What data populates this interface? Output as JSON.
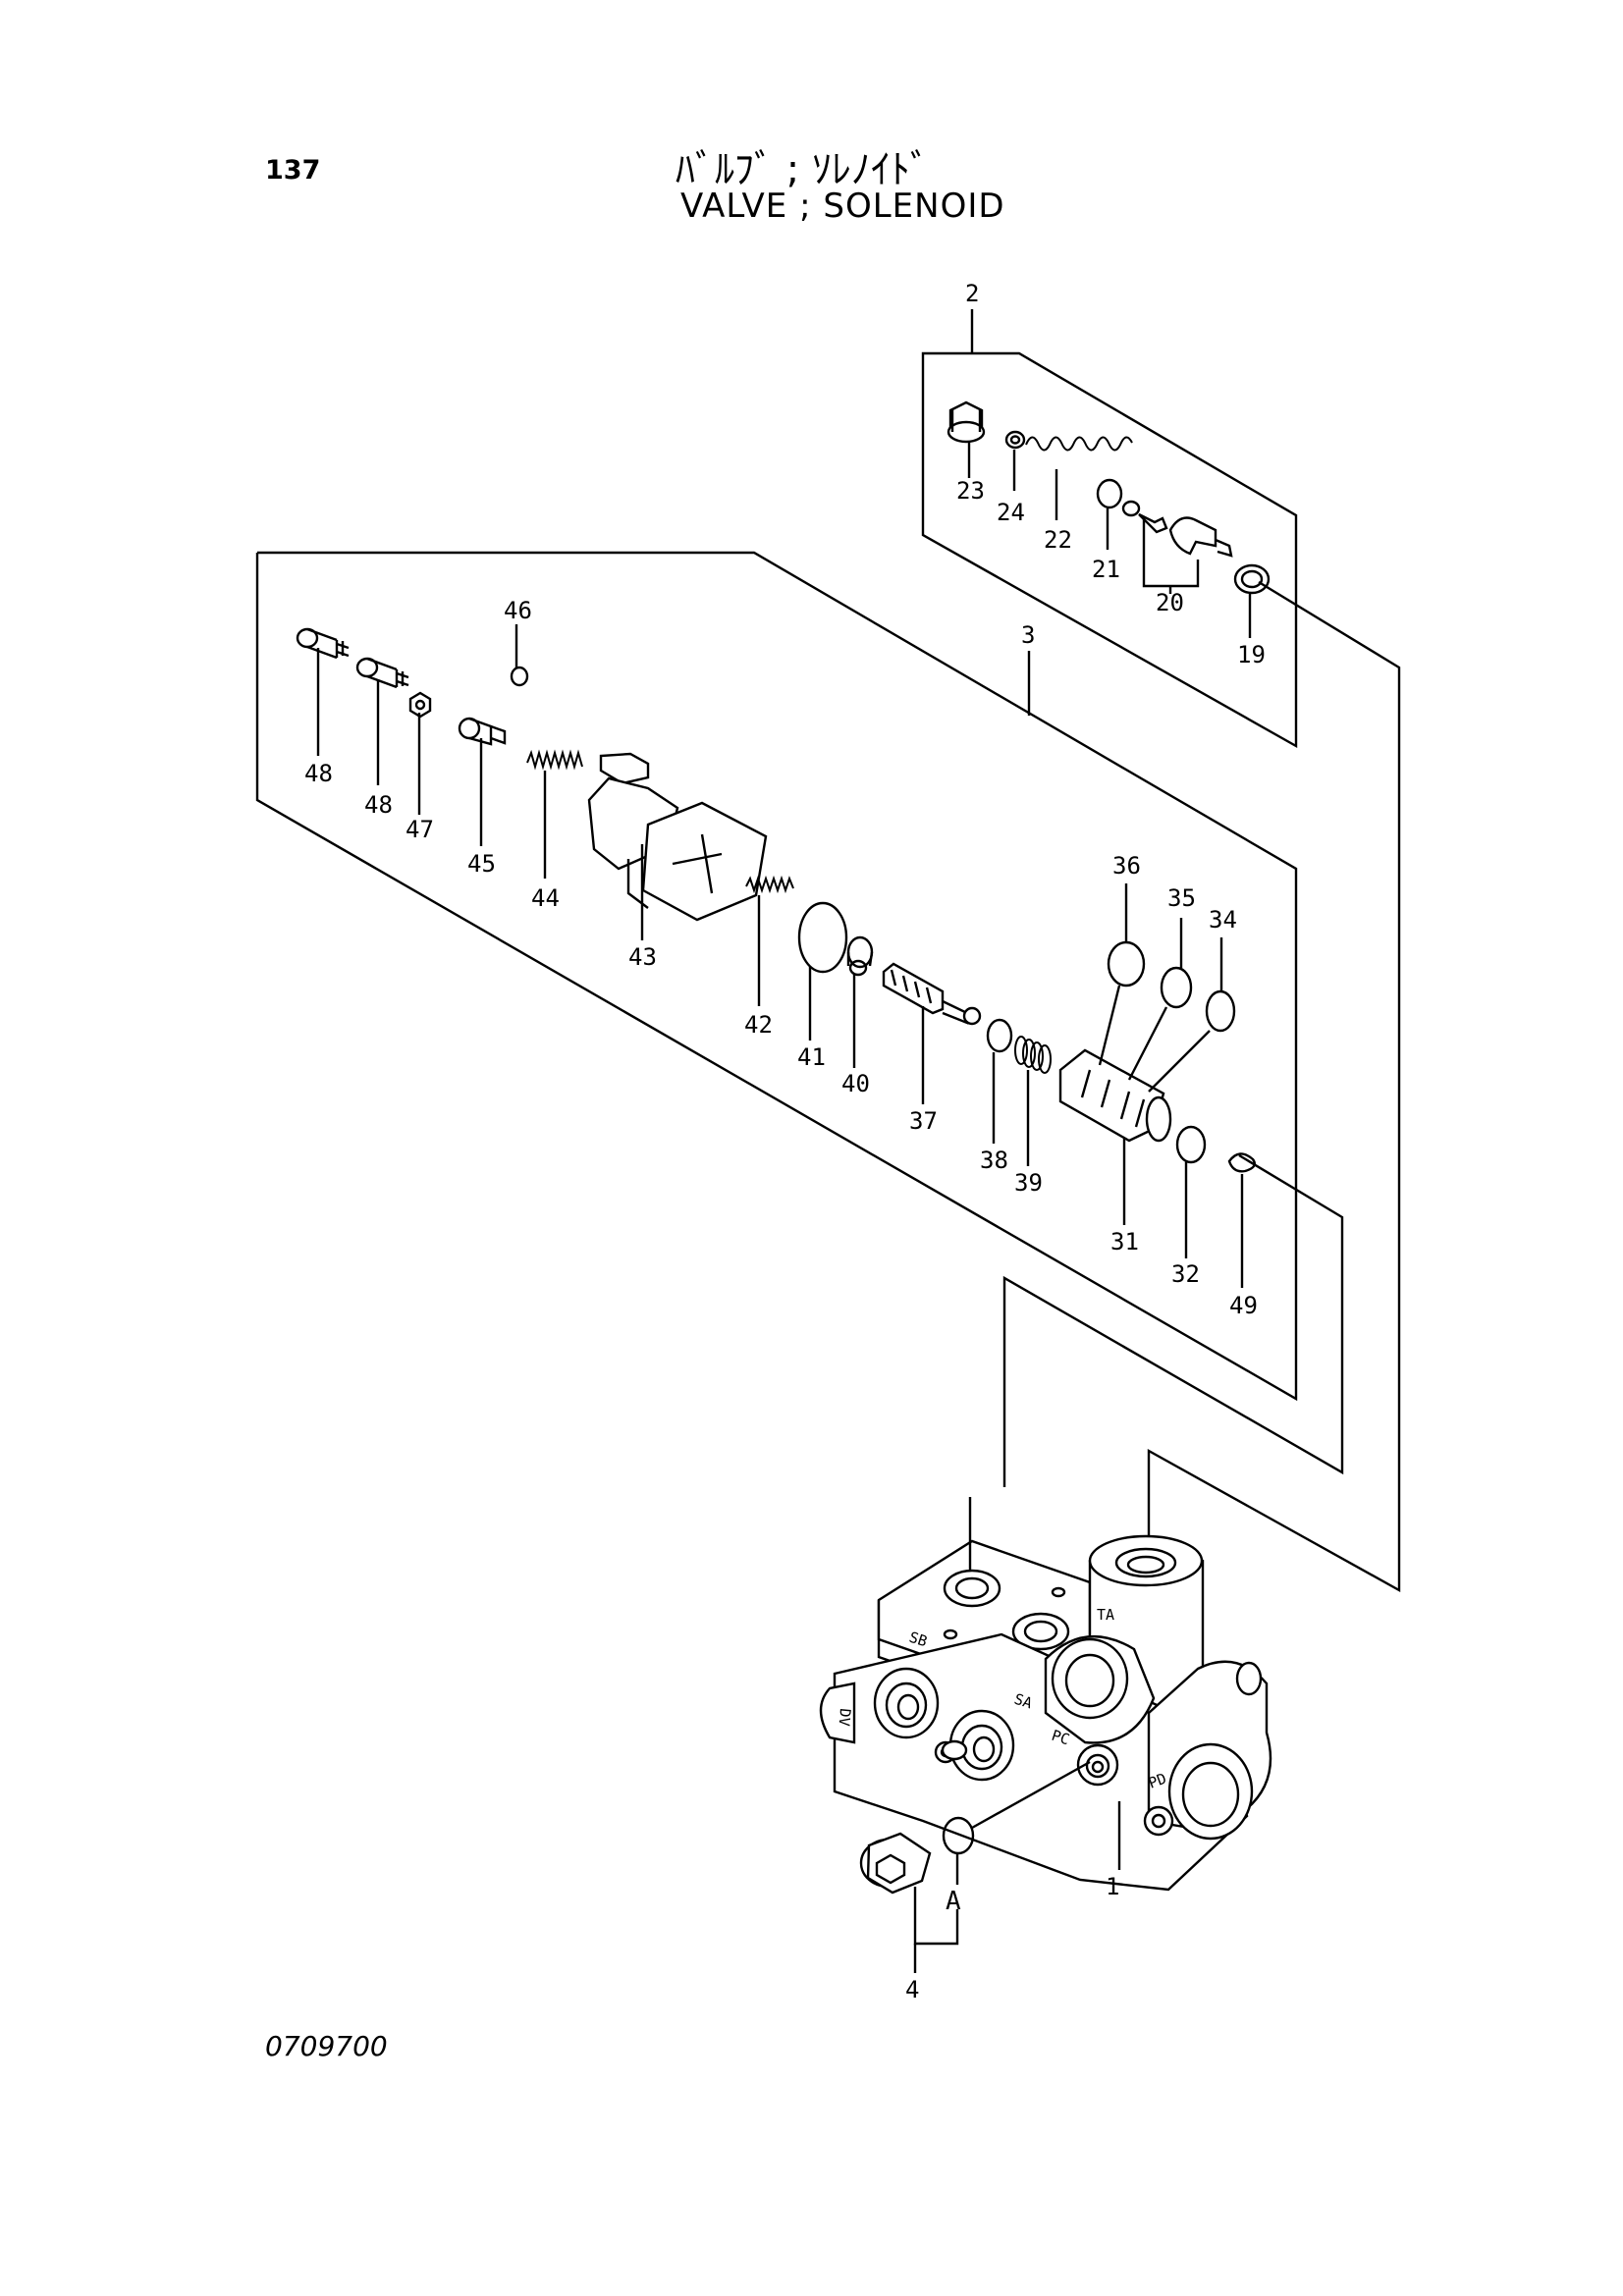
{
  "header": {
    "page_number": "137",
    "title_jp": "ﾊﾞﾙﾌﾞ ; ｿﾚﾉｲﾄﾞ",
    "title_en": "VALVE ; SOLENOID"
  },
  "footer": {
    "drawing_code": "0709700"
  },
  "part_labels": {
    "p1": "1",
    "p2": "2",
    "p3": "3",
    "p4": "4",
    "pA": "A",
    "p19": "19",
    "p20": "20",
    "p21": "21",
    "p22": "22",
    "p23": "23",
    "p24": "24",
    "p31": "31",
    "p32": "32",
    "p34": "34",
    "p35": "35",
    "p36": "36",
    "p37": "37",
    "p38": "38",
    "p39": "39",
    "p40": "40",
    "p41": "41",
    "p42": "42",
    "p43": "43",
    "p44": "44",
    "p45": "45",
    "p46": "46",
    "p47": "47",
    "p48a": "48",
    "p48b": "48",
    "p49": "49"
  },
  "port_markings": {
    "ta": "TA",
    "sb": "SB",
    "sa": "SA",
    "pc": "PC",
    "pd": "PD",
    "dv": "DV"
  }
}
